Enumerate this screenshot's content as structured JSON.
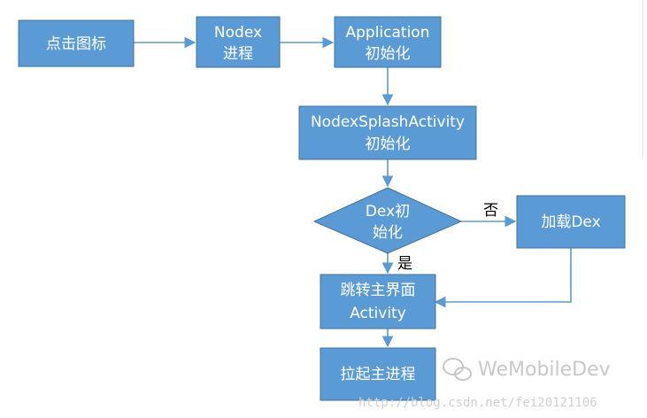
{
  "diagram": {
    "nodes": [
      {
        "id": "click_icon",
        "lines": [
          "点击图标"
        ]
      },
      {
        "id": "nodex_process",
        "lines": [
          "Nodex",
          "进程"
        ]
      },
      {
        "id": "application_init",
        "lines": [
          "Application",
          "初始化"
        ]
      },
      {
        "id": "splash_init",
        "lines": [
          "NodexSplashActivity",
          "初始化"
        ]
      },
      {
        "id": "dex_init",
        "lines": [
          "Dex初",
          "始化"
        ]
      },
      {
        "id": "load_dex",
        "lines": [
          "加载Dex"
        ]
      },
      {
        "id": "main_activity",
        "lines": [
          "跳转主界面",
          "Activity"
        ]
      },
      {
        "id": "main_process",
        "lines": [
          "拉起主进程"
        ]
      }
    ],
    "edges": [
      {
        "id": "e1",
        "from": "click_icon",
        "to": "nodex_process",
        "label": ""
      },
      {
        "id": "e2",
        "from": "nodex_process",
        "to": "application_init",
        "label": ""
      },
      {
        "id": "e3",
        "from": "application_init",
        "to": "splash_init",
        "label": ""
      },
      {
        "id": "e4",
        "from": "splash_init",
        "to": "dex_init",
        "label": ""
      },
      {
        "id": "e5",
        "from": "dex_init",
        "to": "load_dex",
        "label": "否"
      },
      {
        "id": "e6",
        "from": "dex_init",
        "to": "main_activity",
        "label": "是"
      },
      {
        "id": "e7",
        "from": "load_dex",
        "to": "main_activity",
        "label": ""
      },
      {
        "id": "e8",
        "from": "main_activity",
        "to": "main_process",
        "label": ""
      }
    ]
  },
  "watermark": {
    "brand": "WeMobileDev",
    "url": "http://blog.csdn.net/fei20121106",
    "icon": "wechat-icon"
  },
  "colors": {
    "node_fill": "#5B9BD5",
    "node_stroke": "#41719C",
    "node_text": "#FFFFFF",
    "edge": "#5B9BD5",
    "label_text": "#000000"
  }
}
